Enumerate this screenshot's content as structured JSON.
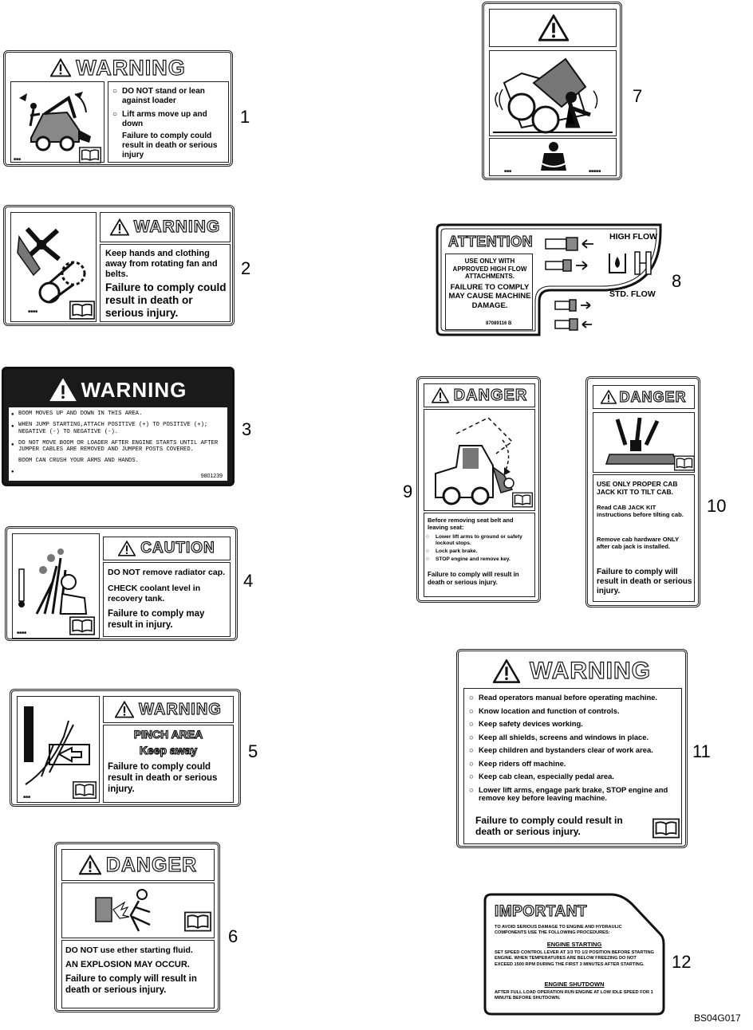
{
  "figure_code": "BS04G017",
  "decals": [
    {
      "number": "1",
      "header": "WARNING",
      "lines": [
        "DO NOT stand or lean against loader",
        "Lift arms move up and down",
        "Failure to comply could result in death or serious injury"
      ]
    },
    {
      "number": "2",
      "header": "WARNING",
      "lines": [
        "Keep hands and clothing away from rotating fan and belts.",
        "Failure to comply could result in death or serious injury."
      ]
    },
    {
      "number": "3",
      "header": "WARNING",
      "lines": [
        "BOOM MOVES UP AND DOWN IN THIS AREA.",
        "WHEN JUMP STARTING,ATTACH POSITIVE (+) TO POSITIVE (+); NEGATIVE (-) TO NEGATIVE (-).",
        "DO NOT MOVE BOOM OR LOADER AFTER ENGINE STARTS UNTIL AFTER JUMPER CABLES ARE REMOVED AND JUMPER POSTS COVERED.",
        "BOOM CAN CRUSH YOUR ARMS AND HANDS."
      ],
      "code": "9801239"
    },
    {
      "number": "4",
      "header": "CAUTION",
      "lines": [
        "DO NOT remove radiator cap.",
        "CHECK coolant level in recovery tank.",
        "Failure to comply may result in injury."
      ]
    },
    {
      "number": "5",
      "header": "WARNING",
      "lines": [
        "PINCH AREA",
        "Keep away",
        "Failure to comply could result in death or serious injury."
      ]
    },
    {
      "number": "6",
      "header": "DANGER",
      "lines": [
        "DO NOT use ether starting fluid.",
        "AN EXPLOSION MAY OCCUR.",
        "Failure to comply will result in death or serious injury."
      ]
    },
    {
      "number": "7"
    },
    {
      "number": "8",
      "header": "ATTENTION",
      "lines": [
        "USE ONLY WITH APPROVED HIGH FLOW ATTACHMENTS.",
        "FAILURE TO COMPLY MAY CAUSE MACHINE DAMAGE."
      ],
      "labels": [
        "HIGH FLOW",
        "STD. FLOW"
      ],
      "code": "87089116 B"
    },
    {
      "number": "9",
      "header": "DANGER",
      "lines": [
        "Before removing seat belt and leaving seat:",
        "Lower lift arms to ground or safety lockout stops.",
        "Lock park brake.",
        "STOP engine and remove key.",
        "Failure to comply will result in death or serious injury."
      ]
    },
    {
      "number": "10",
      "header": "DANGER",
      "lines": [
        "USE ONLY PROPER CAB JACK KIT TO TILT CAB.",
        "Read CAB JACK KIT instructions before tilting cab.",
        "Remove cab hardware ONLY after cab jack is installed.",
        "Failure to comply will result in death or serious injury."
      ]
    },
    {
      "number": "11",
      "header": "WARNING",
      "lines": [
        "Read operators manual before operating machine.",
        "Know location and function of controls.",
        "Keep safety devices working.",
        "Keep all shields, screens and windows in place.",
        "Keep children and bystanders clear of work area.",
        "Keep riders off machine.",
        "Keep cab clean, especially pedal area.",
        "Lower lift arms, engage park brake, STOP engine and remove key before leaving machine.",
        "Failure to comply could result in death or serious injury."
      ]
    },
    {
      "number": "12",
      "header": "IMPORTANT",
      "lines": [
        "TO AVOID SERIOUS DAMAGE TO ENGINE AND HYDRAULIC COMPONENTS USE THE FOLLOWING PROCEDURES:",
        "ENGINE STARTING",
        "SET SPEED CONTROL LEVER AT 1/3 TO 1/2 POSITION BEFORE STARTING ENGINE. WHEN TEMPERATURES ARE BELOW FREEZING DO NOT EXCEED 1500 RPM DURING THE FIRST 3 MINUTES AFTER STARTING.",
        "ENGINE SHUTDOWN",
        "AFTER FULL LOAD OPERATION RUN ENGINE AT LOW IDLE SPEED FOR 1 MINUTE BEFORE SHUTDOWN."
      ]
    }
  ]
}
